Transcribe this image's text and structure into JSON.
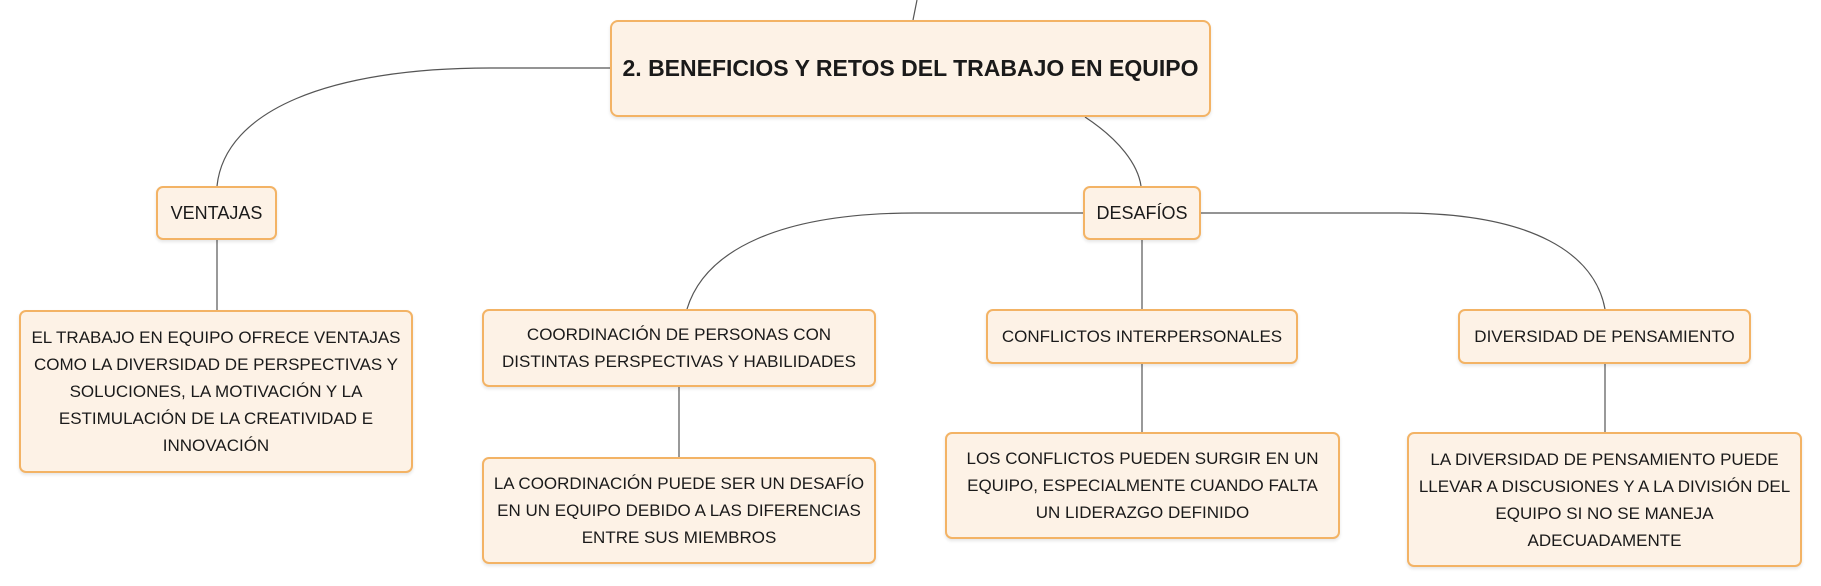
{
  "main": {
    "title": "2. BENEFICIOS Y RETOS DEL TRABAJO EN EQUIPO"
  },
  "ventajas": {
    "label": "VENTAJAS",
    "detail": "EL TRABAJO EN EQUIPO OFRECE VENTAJAS COMO LA DIVERSIDAD DE PERSPECTIVAS Y SOLUCIONES, LA MOTIVACIÓN Y LA ESTIMULACIÓN DE LA CREATIVIDAD E INNOVACIÓN"
  },
  "desafios": {
    "label": "DESAFÍOS",
    "coordinacion": {
      "label": "COORDINACIÓN DE PERSONAS CON DISTINTAS PERSPECTIVAS Y HABILIDADES",
      "detail": "LA COORDINACIÓN PUEDE SER UN DESAFÍO EN UN EQUIPO DEBIDO A LAS DIFERENCIAS ENTRE SUS MIEMBROS"
    },
    "conflictos": {
      "label": "CONFLICTOS INTERPERSONALES",
      "detail": "LOS CONFLICTOS PUEDEN SURGIR EN UN EQUIPO, ESPECIALMENTE CUANDO FALTA UN LIDERAZGO DEFINIDO"
    },
    "diversidad": {
      "label": "DIVERSIDAD DE PENSAMIENTO",
      "detail": "LA DIVERSIDAD DE PENSAMIENTO PUEDE LLEVAR A DISCUSIONES Y A LA DIVISIÓN DEL EQUIPO SI NO SE MANEJA ADECUADAMENTE"
    }
  },
  "colors": {
    "node_fill": "#fdf2e6",
    "node_border": "#f3b365",
    "connector": "#555555"
  }
}
